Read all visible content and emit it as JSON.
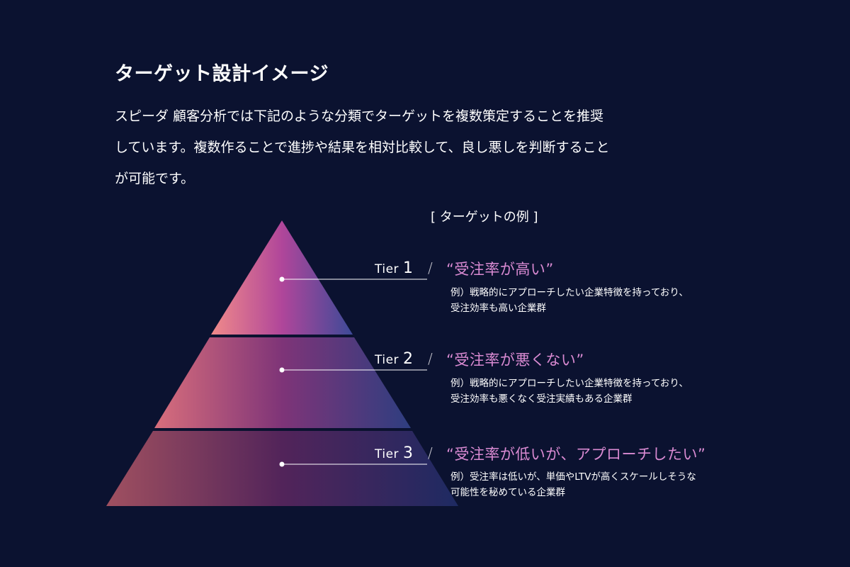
{
  "header": {
    "title": "ターゲット設計イメージ",
    "intro_lines": [
      "スピーダ 顧客分析では下記のような分類でターゲットを複数策定することを推奨",
      "しています。複数作ることで進捗や結果を相対比較して、良し悪しを判断すること",
      "が可能です。"
    ]
  },
  "examples_heading": "[ ターゲットの例 ]",
  "colors": {
    "background": "#0b1230",
    "accent_pink": "#d98ad2",
    "tier1_gradient": [
      "#f08a8a",
      "#b0469a",
      "#3d4a98"
    ],
    "tier2_gradient": [
      "#d86e7c",
      "#7e3478",
      "#2e3e80"
    ],
    "tier3_gradient": [
      "#a05060",
      "#52245a",
      "#1e2a62"
    ]
  },
  "tiers": [
    {
      "label": "Tier",
      "number": "1",
      "title": "“受注率が高い”",
      "desc_lines": [
        "例）戦略的にアプローチしたい企業特徴を持っており、",
        "受注効率も高い企業群"
      ]
    },
    {
      "label": "Tier",
      "number": "2",
      "title": "“受注率が悪くない”",
      "desc_lines": [
        "例）戦略的にアプローチしたい企業特徴を持っており、",
        "受注効率も悪くなく受注実績もある企業群"
      ]
    },
    {
      "label": "Tier",
      "number": "3",
      "title": "“受注率が低いが、アプローチしたい”",
      "desc_lines": [
        "例）受注率は低いが、単価やLTVが高くスケールしそうな",
        "可能性を秘めている企業群"
      ]
    }
  ],
  "separator": "/"
}
